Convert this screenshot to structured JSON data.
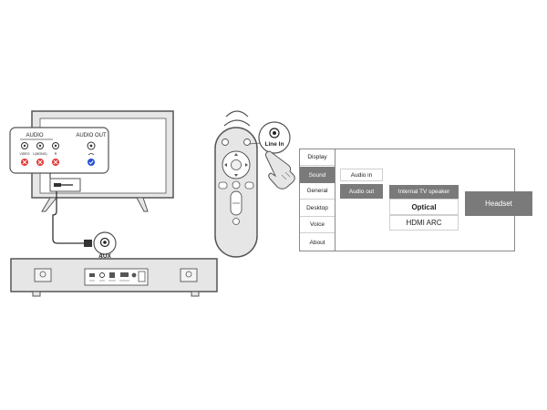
{
  "tv": {
    "audio_label": "AUDIO",
    "audio_out_label": "AUDIO OUT",
    "ports": [
      "VIDEO",
      "L(MONO)",
      "R"
    ]
  },
  "soundbar": {
    "aux_label": "AUX"
  },
  "remote": {
    "line_in_label": "Line In"
  },
  "menu": {
    "main_items": [
      {
        "label": "Display"
      },
      {
        "label": "Sound"
      },
      {
        "label": "General"
      },
      {
        "label": "Desktop"
      },
      {
        "label": "Voice"
      },
      {
        "label": "About"
      }
    ],
    "sound_items": [
      "Audio in",
      "Audio out"
    ],
    "audio_out_items": [
      "Internal TV speaker",
      "Optical",
      "HDMI ARC"
    ],
    "headset_label": "Headset"
  },
  "colors": {
    "error": "#e23a3a",
    "ok": "#1f4fd6",
    "active": "#7a7a7a",
    "device": "#e6e6e6",
    "outline": "#555555"
  }
}
